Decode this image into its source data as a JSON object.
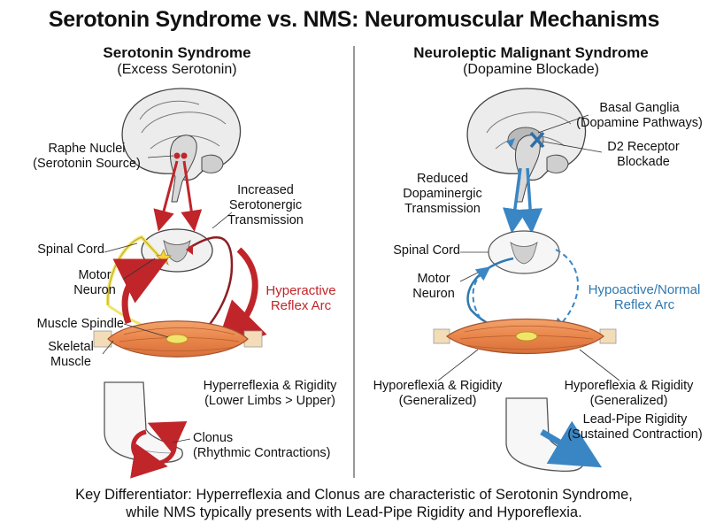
{
  "title": "Serotonin Syndrome vs. NMS: Neuromuscular Mechanisms",
  "left": {
    "title": "Serotonin Syndrome",
    "subtitle": "(Excess Serotonin)",
    "raphe": [
      "Raphe Nuclei",
      "(Serotonin Source)"
    ],
    "transmission": [
      "Increased",
      "Serotonergic",
      "Transmission"
    ],
    "spinal_cord": "Spinal Cord",
    "motor_neuron": [
      "Motor",
      "Neuron"
    ],
    "reflex_arc": [
      "Hyperactive",
      "Reflex Arc"
    ],
    "muscle_spindle": "Muscle Spindle",
    "skeletal_muscle": [
      "Skeletal",
      "Muscle"
    ],
    "hyperreflexia": [
      "Hyperreflexia & Rigidity",
      "(Lower Limbs > Upper)"
    ],
    "clonus": [
      "Clonus",
      "(Rhythmic Contractions)"
    ]
  },
  "right": {
    "title": "Neuroleptic Malignant Syndrome",
    "subtitle": "(Dopamine Blockade)",
    "basal_ganglia": [
      "Basal Ganglia",
      "(Dopamine Pathways)"
    ],
    "d2": [
      "D2 Receptor",
      "Blockade"
    ],
    "transmission": [
      "Reduced",
      "Dopaminergic",
      "Transmission"
    ],
    "spinal_cord": "Spinal Cord",
    "motor_neuron": [
      "Motor",
      "Neuron"
    ],
    "reflex_arc": [
      "Hypoactive/Normal",
      "Reflex Arc"
    ],
    "hyporeflexia_left": [
      "Hyporeflexia & Rigidity",
      "(Generalized)"
    ],
    "hyporeflexia_right": [
      "Hyporeflexia & Rigidity",
      "(Generalized)"
    ],
    "lead_pipe": [
      "Lead-Pipe Rigidity",
      "(Sustained Contraction)"
    ]
  },
  "footer": [
    "Key Differentiator: Hyperreflexia and Clonus are characteristic of Serotonin Syndrome,",
    "while NMS typically presents with Lead-Pipe Rigidity and Hyporeflexia."
  ],
  "colors": {
    "serotonin_red": "#c0252a",
    "dopamine_blue": "#3a86c4",
    "muscle": "#e98a4f",
    "yellow_nerve": "#f2e46a"
  }
}
